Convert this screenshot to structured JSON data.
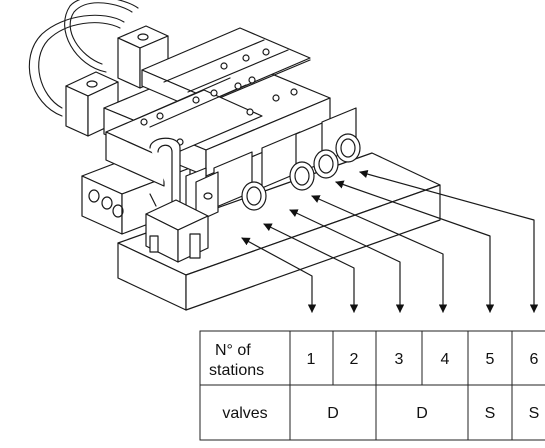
{
  "table": {
    "header_label_line1": "N° of",
    "header_label_line2": "stations",
    "stations": [
      "1",
      "2",
      "3",
      "4",
      "5",
      "6"
    ],
    "row2_label": "valves",
    "valve_groups": [
      {
        "label": "D",
        "stations": [
          "1",
          "2"
        ]
      },
      {
        "label": "D",
        "stations": [
          "3",
          "4"
        ]
      },
      {
        "label": "S",
        "stations": [
          "5"
        ]
      },
      {
        "label": "S",
        "stations": [
          "6"
        ]
      }
    ]
  }
}
